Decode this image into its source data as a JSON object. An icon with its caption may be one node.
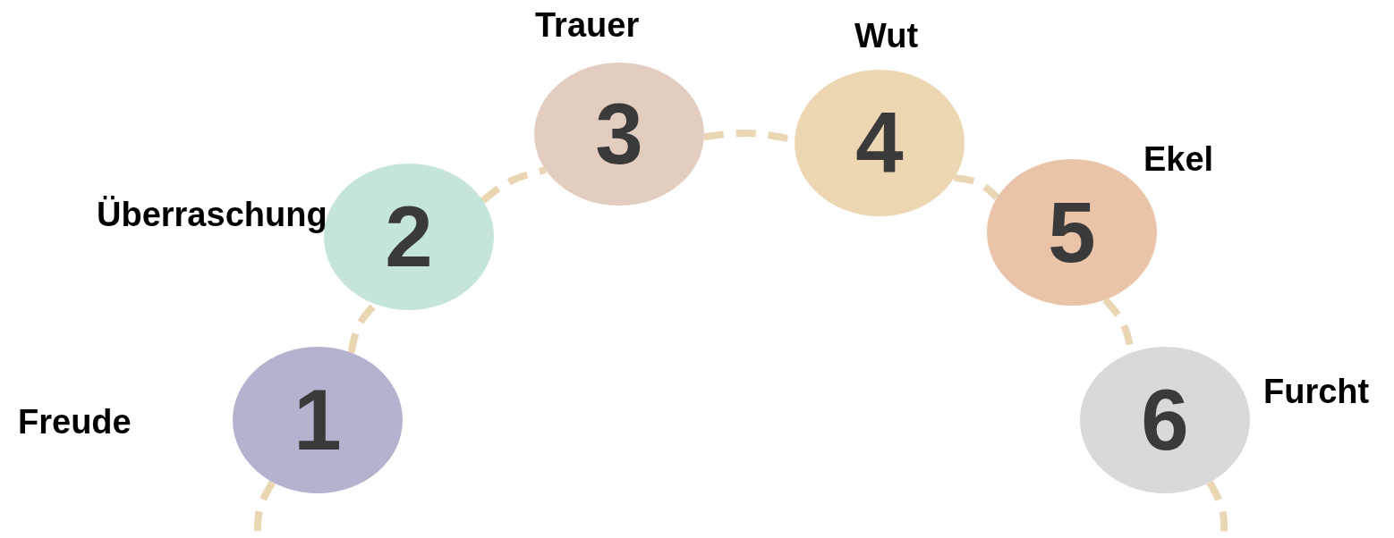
{
  "diagram": {
    "nodes": [
      {
        "text": [
          "1"
        ],
        "beside": [
          "Freude"
        ]
      },
      {
        "text": [
          "2"
        ],
        "beside": [
          "Überraschung"
        ]
      },
      {
        "text": [
          "3"
        ],
        "beside": [
          "Trauer"
        ]
      },
      {
        "text": [
          "4"
        ],
        "beside": [
          "Wut"
        ]
      },
      {
        "text": [
          "5"
        ],
        "beside": [
          "Ekel"
        ]
      },
      {
        "text": [
          "6"
        ],
        "beside": [
          "Furcht"
        ]
      }
    ],
    "edges": [
      {
        "from": 0,
        "to": null,
        "arrow": "none",
        "style": "dashed"
      },
      {
        "from": 0,
        "to": 1,
        "arrow": "none",
        "style": "dashed"
      },
      {
        "from": 1,
        "to": 2,
        "arrow": "none",
        "style": "dashed"
      },
      {
        "from": 2,
        "to": 3,
        "arrow": "none",
        "style": "dashed"
      },
      {
        "from": 3,
        "to": 4,
        "arrow": "none",
        "style": "dashed"
      },
      {
        "from": 4,
        "to": 5,
        "arrow": "none",
        "style": "dashed"
      },
      {
        "from": 5,
        "to": null,
        "arrow": "none",
        "style": "dashed"
      }
    ]
  }
}
